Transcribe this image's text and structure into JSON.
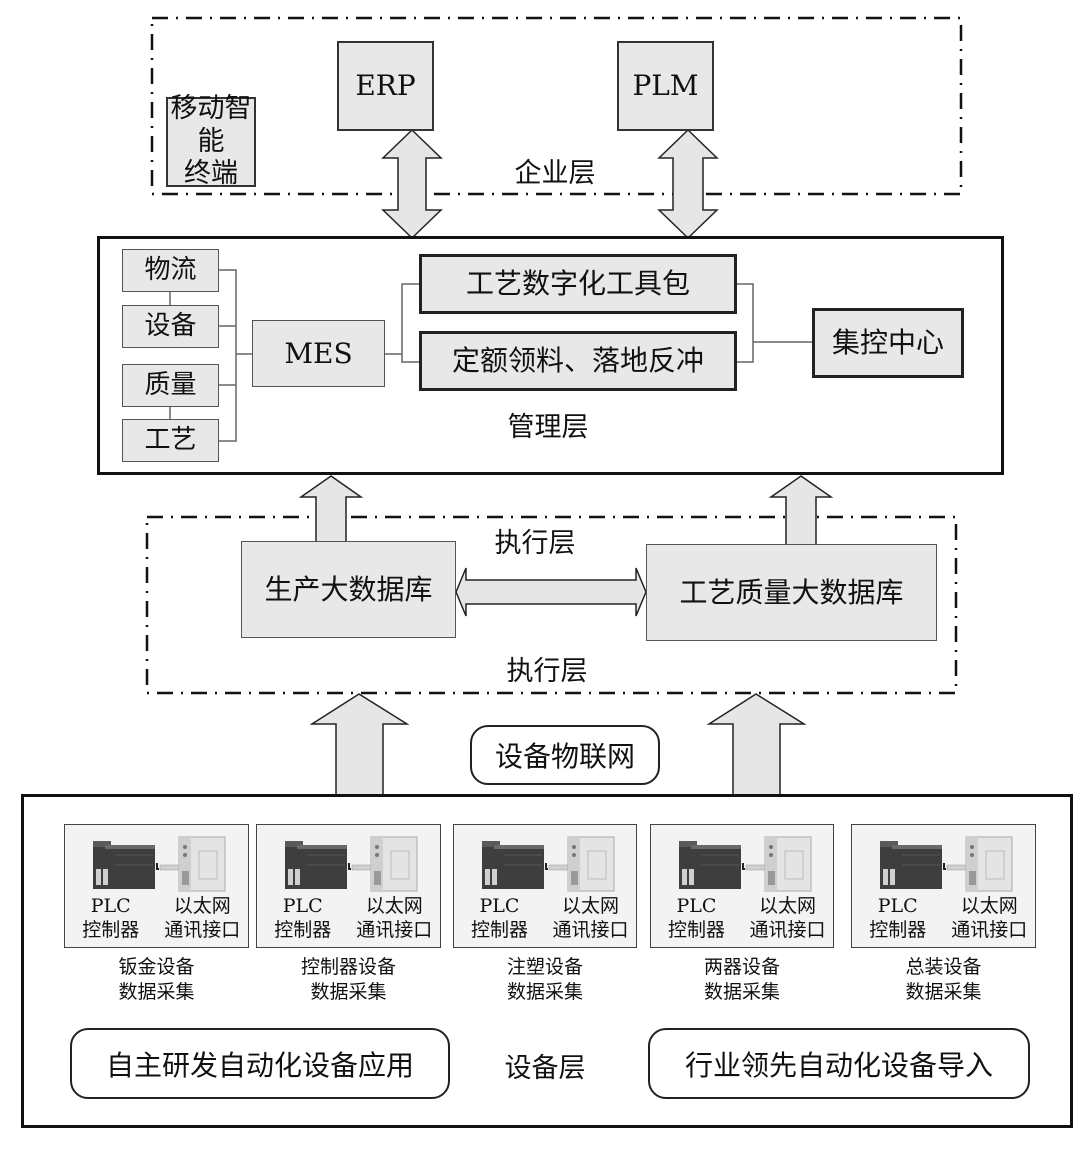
{
  "enterprise_layer": {
    "label": "企业层",
    "mobile_terminal": "移动智能终端",
    "mobile_terminal_lines": [
      "移动智能",
      "终端"
    ],
    "erp": "ERP",
    "plm": "PLM"
  },
  "management_layer": {
    "label": "管理层",
    "modules": [
      "物流",
      "设备",
      "质量",
      "工艺"
    ],
    "mes": "MES",
    "tools": [
      "工艺数字化工具包",
      "定额领料、落地反冲"
    ],
    "control_center": "集控中心"
  },
  "execution_layer": {
    "label_top": "执行层",
    "label_bottom": "执行层",
    "production_db": "生产大数据库",
    "quality_db": "工艺质量大数据库"
  },
  "iot": {
    "label": "设备物联网"
  },
  "device_layer": {
    "label": "设备层",
    "plc_label": "PLC",
    "plc_sub": "控制器",
    "eth_label": "以太网",
    "eth_sub": "通讯接口",
    "devices": [
      {
        "caption_line1": "钣金设备",
        "caption_line2": "数据采集"
      },
      {
        "caption_line1": "控制器设备",
        "caption_line2": "数据采集"
      },
      {
        "caption_line1": "注塑设备",
        "caption_line2": "数据采集"
      },
      {
        "caption_line1": "两器设备",
        "caption_line2": "数据采集"
      },
      {
        "caption_line1": "总装设备",
        "caption_line2": "数据采集"
      }
    ],
    "self_developed": "自主研发自动化设备应用",
    "industry_leading": "行业领先自动化设备导入"
  }
}
